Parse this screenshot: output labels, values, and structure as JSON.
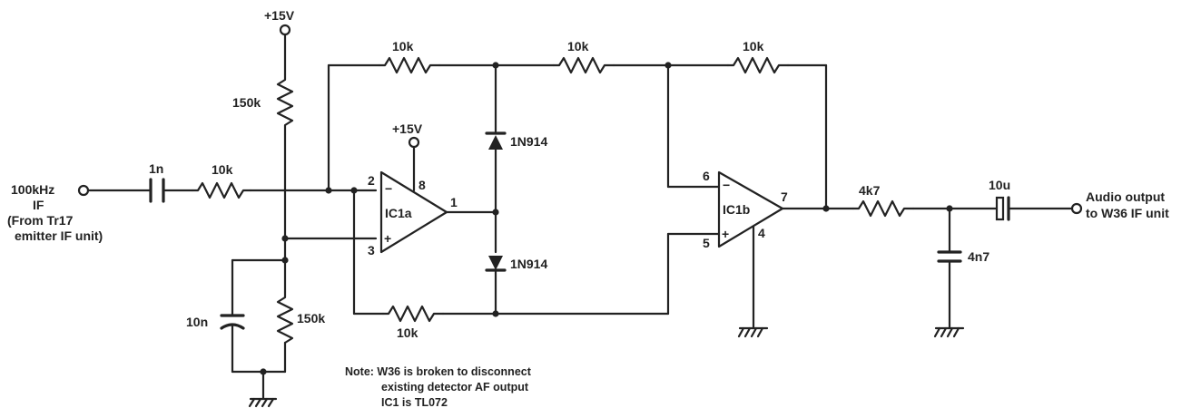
{
  "supply": {
    "top": "+15V",
    "ic1a": "+15V"
  },
  "input": {
    "line1": "100kHz",
    "line2": "IF",
    "line3": "(From Tr17",
    "line4": "emitter IF unit)"
  },
  "output": {
    "line1": "Audio output",
    "line2": "to W36 IF unit"
  },
  "components": {
    "c_in": "1n",
    "r_in": "10k",
    "r_bias_top": "150k",
    "r_bias_bot": "150k",
    "c_bias": "10n",
    "r_fb_a": "10k",
    "r_mid_top": "10k",
    "r_fb_b": "10k",
    "r_bottom": "10k",
    "d1": "1N914",
    "d2": "1N914",
    "r_out": "4k7",
    "c_filter": "4n7",
    "c_out": "10u"
  },
  "opamps": {
    "a": {
      "name": "IC1a",
      "pin_inv": "2",
      "pin_noninv": "3",
      "pin_out": "1",
      "pin_supply": "8",
      "minus": "−",
      "plus": "+"
    },
    "b": {
      "name": "IC1b",
      "pin_inv": "6",
      "pin_noninv": "5",
      "pin_out": "7",
      "pin_gnd": "4",
      "minus": "−",
      "plus": "+"
    }
  },
  "note": {
    "line1": "Note: W36  is broken to disconnect",
    "line2": "existing detector AF output",
    "line3": "IC1 is TL072"
  }
}
